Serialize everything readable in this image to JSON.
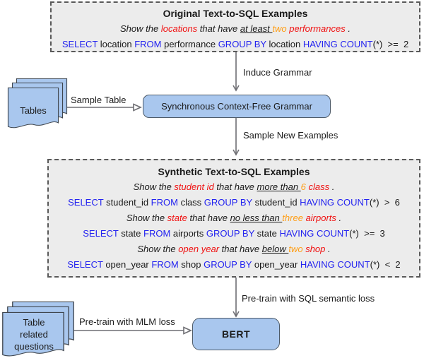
{
  "palette": {
    "node_fill": "#a9c7ee",
    "box_fill": "#ececec",
    "keyword_blue": "#2323f0",
    "entity_red": "#f01111",
    "number_orange": "#ff9e16",
    "arrow_gray": "#6e6e73"
  },
  "top_box": {
    "title": "Original Text-to-SQL Examples",
    "sentence": [
      {
        "t": "Show the ",
        "k": "b"
      },
      {
        "t": "locations",
        "k": "r"
      },
      {
        "t": " that have ",
        "k": "b"
      },
      {
        "t": "at least ",
        "k": "u"
      },
      {
        "t": "two",
        "k": "o"
      },
      {
        "t": " ",
        "k": "b"
      },
      {
        "t": "performances",
        "k": "r"
      },
      {
        "t": " .",
        "k": "b"
      }
    ],
    "sql": [
      {
        "t": "SELECT",
        "k": "kw"
      },
      {
        "t": " location ",
        "k": "b"
      },
      {
        "t": "FROM",
        "k": "kw"
      },
      {
        "t": " performance ",
        "k": "b"
      },
      {
        "t": "GROUP BY",
        "k": "kw"
      },
      {
        "t": " location ",
        "k": "b"
      },
      {
        "t": "HAVING COUNT",
        "k": "kw"
      },
      {
        "t": "(*)  >=  2",
        "k": "b"
      }
    ]
  },
  "flow": {
    "induce_label": "Induce Grammar",
    "scfg_label": "Synchronous Context-Free Grammar",
    "sample_table_label": "Sample Table",
    "sample_new_label": "Sample New Examples",
    "tables_label": "Tables"
  },
  "synthetic_box": {
    "title": "Synthetic Text-to-SQL Examples",
    "examples": [
      {
        "sentence": [
          {
            "t": "Show the ",
            "k": "b"
          },
          {
            "t": "student id",
            "k": "r"
          },
          {
            "t": " that have ",
            "k": "b"
          },
          {
            "t": "more than ",
            "k": "u"
          },
          {
            "t": "6",
            "k": "o"
          },
          {
            "t": " ",
            "k": "b"
          },
          {
            "t": "class",
            "k": "r"
          },
          {
            "t": " .",
            "k": "b"
          }
        ],
        "sql": [
          {
            "t": "SELECT",
            "k": "kw"
          },
          {
            "t": " student_id ",
            "k": "b"
          },
          {
            "t": "FROM",
            "k": "kw"
          },
          {
            "t": " class ",
            "k": "b"
          },
          {
            "t": "GROUP BY",
            "k": "kw"
          },
          {
            "t": " student_id ",
            "k": "b"
          },
          {
            "t": "HAVING COUNT",
            "k": "kw"
          },
          {
            "t": "(*)  >  6",
            "k": "b"
          }
        ]
      },
      {
        "sentence": [
          {
            "t": "Show the ",
            "k": "b"
          },
          {
            "t": "state",
            "k": "r"
          },
          {
            "t": " that have ",
            "k": "b"
          },
          {
            "t": "no less than ",
            "k": "u"
          },
          {
            "t": "three",
            "k": "o"
          },
          {
            "t": " ",
            "k": "b"
          },
          {
            "t": "airports",
            "k": "r"
          },
          {
            "t": " .",
            "k": "b"
          }
        ],
        "sql": [
          {
            "t": "SELECT",
            "k": "kw"
          },
          {
            "t": " state ",
            "k": "b"
          },
          {
            "t": "FROM",
            "k": "kw"
          },
          {
            "t": " airports ",
            "k": "b"
          },
          {
            "t": "GROUP BY",
            "k": "kw"
          },
          {
            "t": " state ",
            "k": "b"
          },
          {
            "t": "HAVING COUNT",
            "k": "kw"
          },
          {
            "t": "(*)  >=  3",
            "k": "b"
          }
        ]
      },
      {
        "sentence": [
          {
            "t": "Show the ",
            "k": "b"
          },
          {
            "t": "open year",
            "k": "r"
          },
          {
            "t": " that have ",
            "k": "b"
          },
          {
            "t": "below ",
            "k": "u"
          },
          {
            "t": "two",
            "k": "o"
          },
          {
            "t": " ",
            "k": "b"
          },
          {
            "t": "shop",
            "k": "r"
          },
          {
            "t": " .",
            "k": "b"
          }
        ],
        "sql": [
          {
            "t": "SELECT",
            "k": "kw"
          },
          {
            "t": " open_year ",
            "k": "b"
          },
          {
            "t": "FROM",
            "k": "kw"
          },
          {
            "t": " shop ",
            "k": "b"
          },
          {
            "t": "GROUP BY",
            "k": "kw"
          },
          {
            "t": " open_year ",
            "k": "b"
          },
          {
            "t": "HAVING COUNT",
            "k": "kw"
          },
          {
            "t": "(*)  <  2",
            "k": "b"
          }
        ]
      }
    ]
  },
  "bottom": {
    "sql_loss_label": "Pre-train with SQL semantic loss",
    "mlm_label": "Pre-train with MLM loss",
    "bert_label": "BERT",
    "questions_label": "Table\nrelated\nquestions"
  }
}
